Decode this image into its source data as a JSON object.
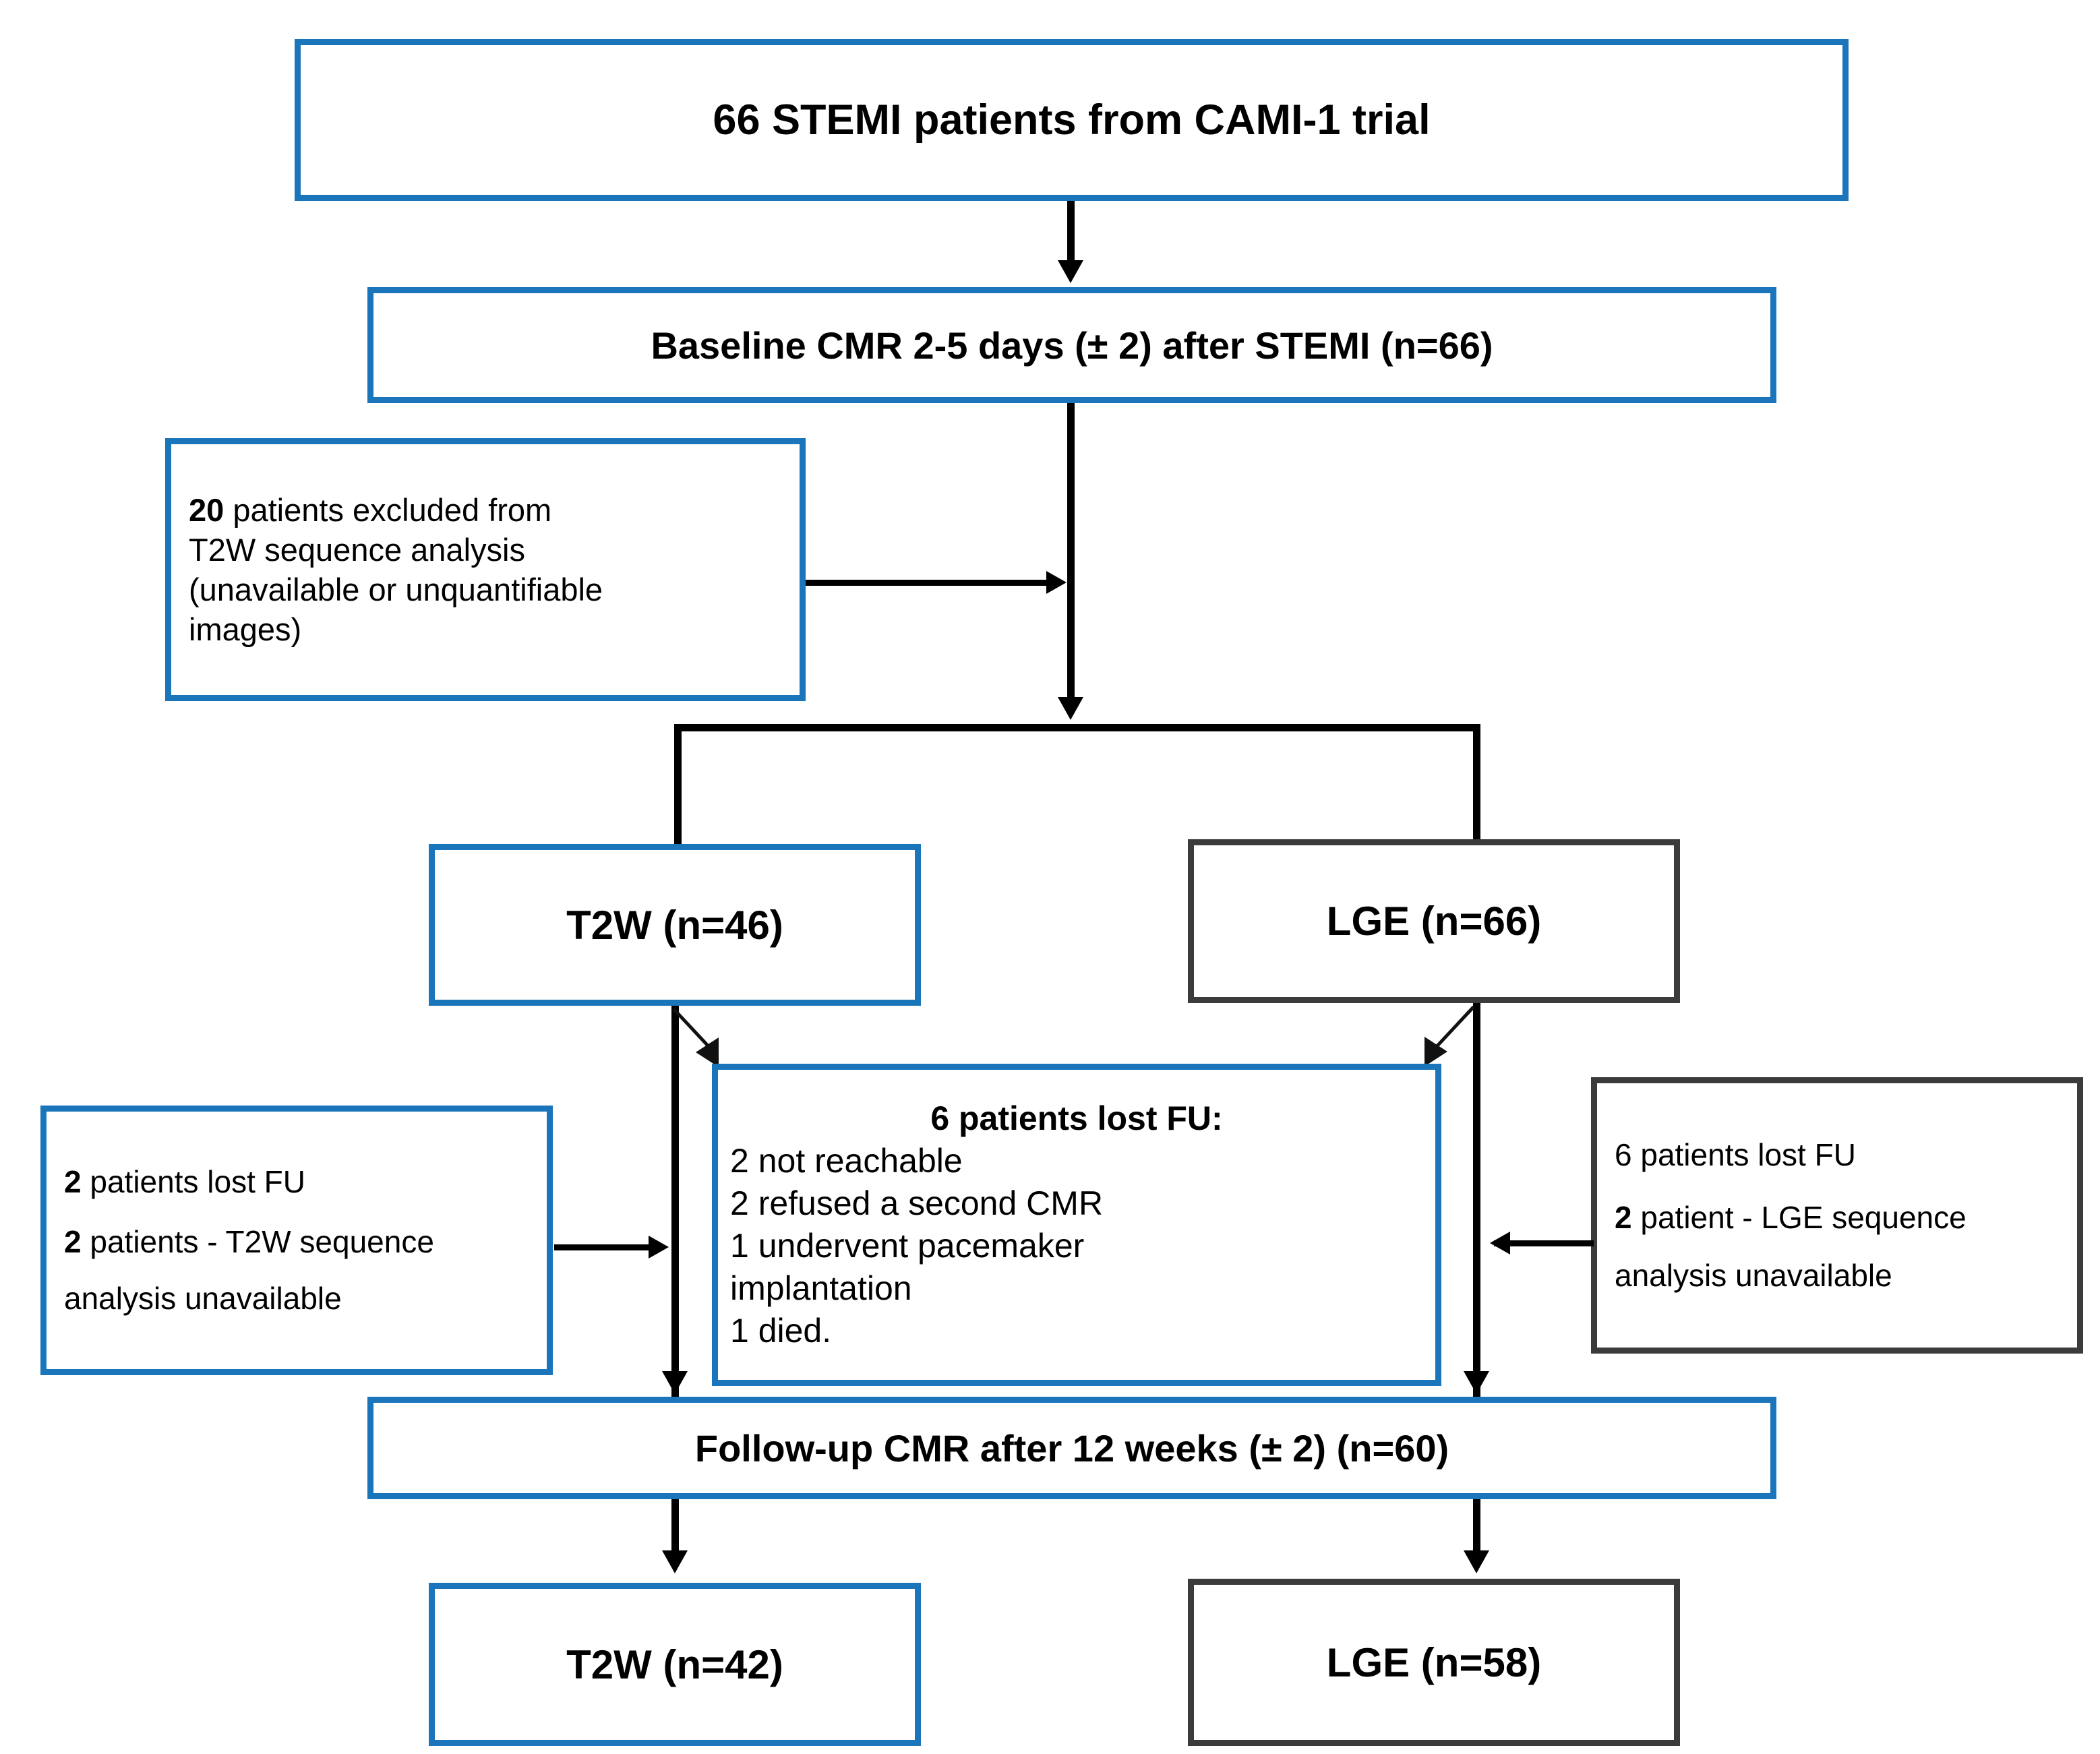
{
  "diagram": {
    "title": "CONSORT-style patient flow diagram — CAMI-1 trial CMR substudy",
    "colors": {
      "blue_border": "#1b75bb",
      "gray_border": "#3b3b3b",
      "connector": "#000000",
      "background": "#ffffff",
      "text": "#000000"
    },
    "nodes": {
      "enrollment": {
        "text": "66 STEMI patients from CAMI-1 trial",
        "border": "blue",
        "emphasis": "bold"
      },
      "baseline": {
        "text": "Baseline CMR 2-5 days (± 2) after STEMI (n=66)",
        "border": "blue",
        "emphasis": "bold"
      },
      "excluded": {
        "border": "blue",
        "emphasis": "normal",
        "lines": [
          {
            "strong": "20",
            "rest": " patients excluded from"
          },
          {
            "strong": "",
            "rest": "T2W sequence analysis"
          },
          {
            "strong": "",
            "rest": "(unavailable or unquantifiable"
          },
          {
            "strong": "",
            "rest": "images)"
          }
        ]
      },
      "t2w_baseline": {
        "text": "T2W  (n=46)",
        "border": "blue",
        "emphasis": "bold"
      },
      "lge_baseline": {
        "text": "LGE (n=66)",
        "border": "gray",
        "emphasis": "bold"
      },
      "lost_fu_left": {
        "border": "blue",
        "lines": [
          {
            "strong": "2",
            "rest": " patients lost FU"
          },
          {
            "strong": "2",
            "rest": " patients - T2W sequence"
          },
          {
            "strong": "",
            "rest": " analysis unavailable"
          }
        ]
      },
      "lost_fu_center": {
        "border": "blue",
        "heading": "6 patients lost FU:",
        "lines": [
          "2 not reachable",
          "2 refused a second CMR",
          "1 undervent pacemaker",
          "implantation",
          "1 died."
        ]
      },
      "lost_fu_right": {
        "border": "gray",
        "lines": [
          {
            "strong": "",
            "rest": "6 patients lost FU"
          },
          {
            "strong": "2",
            "rest": " patient - LGE sequence"
          },
          {
            "strong": "",
            "rest": " analysis unavailable"
          }
        ]
      },
      "followup": {
        "text": "Follow-up CMR after 12 weeks (± 2) (n=60)",
        "border": "blue",
        "emphasis": "bold"
      },
      "t2w_followup": {
        "text": "T2W  (n=42)",
        "border": "blue",
        "emphasis": "bold"
      },
      "lge_followup": {
        "text": "LGE (n=58)",
        "border": "gray",
        "emphasis": "bold"
      }
    }
  }
}
